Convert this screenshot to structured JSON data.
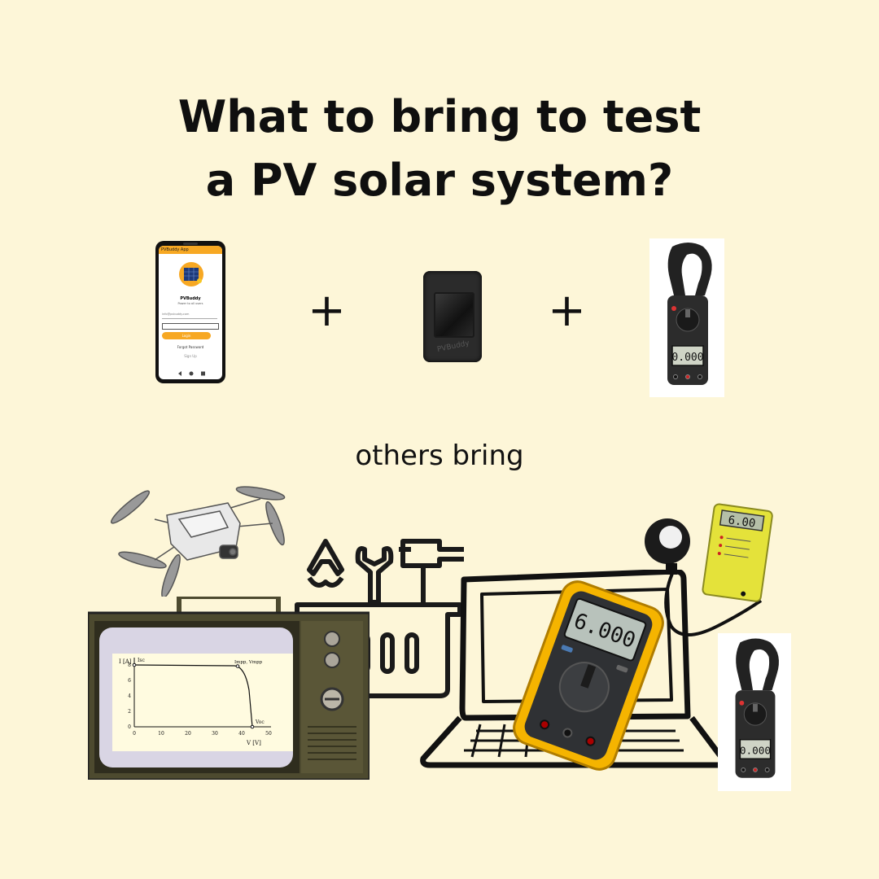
{
  "title": {
    "line1": "What to bring to test",
    "line2": "a PV solar system?"
  },
  "plus_symbol": "+",
  "subtitle": "others bring",
  "phone": {
    "header": "PVBuddy App",
    "app_name": "PVBuddy",
    "tagline": "Power to all users",
    "email_placeholder": "info@pvbuddy.com",
    "password_placeholder": "",
    "login_label": "Login",
    "forgot_label": "Forgot Password",
    "signup_label": "Sign Up",
    "accent": "#f7a823"
  },
  "device": {
    "brand": "PVBuddy"
  },
  "meter": {
    "reading": "0.000",
    "colors": {
      "body": "#2c2c2c",
      "clamp": "#222222"
    }
  },
  "multimeter": {
    "reading": "6.000",
    "color": "#f5b400"
  },
  "lux_meter": {
    "reading": "6.00",
    "color": "#e4e23a"
  },
  "tv_chart": {
    "type": "line",
    "ylabel": "I [A]",
    "xlabel": "V [V]",
    "isc_label": "Isc",
    "mpp_label": "Impp, Vmpp",
    "voc_label": "Voc",
    "x_ticks": [
      "0",
      "10",
      "20",
      "30",
      "40",
      "50"
    ],
    "y_ticks": [
      "0",
      "2",
      "4",
      "6",
      "8"
    ]
  },
  "colors": {
    "background": "#fdf6d8",
    "tv_body": "#4d4a2f",
    "ink": "#111111"
  },
  "icons": [
    "smartphone-icon",
    "solar-sensor-icon",
    "clamp-meter-icon",
    "drone-icon",
    "tool-box-icon",
    "tv-icon",
    "laptop-icon",
    "multimeter-icon",
    "lux-meter-icon"
  ]
}
